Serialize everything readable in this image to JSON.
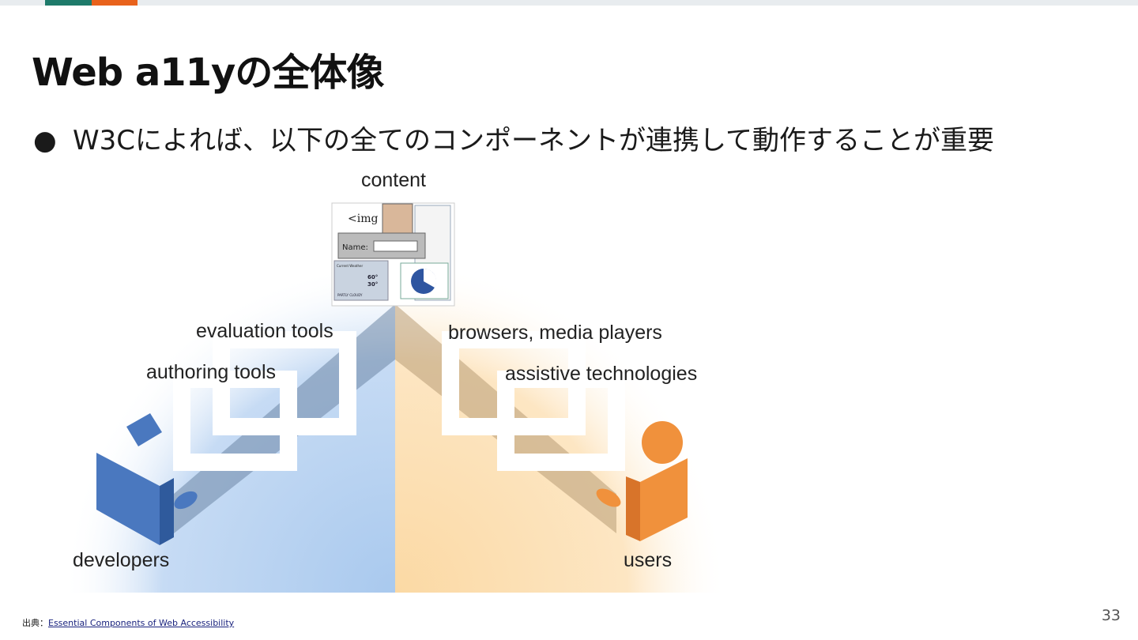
{
  "slide": {
    "title": "Web a11yの全体像",
    "bullet_marker": "●",
    "bullet_text": "W3Cによれば、以下の全てのコンポーネントが連携して動作することが重要",
    "page_number": "33",
    "source_prefix": "出典：",
    "source_link_text": "Essential Components of Web Accessibility"
  },
  "colors": {
    "accent_green": "#1e7a6a",
    "accent_orange": "#e8621c",
    "developer_blue": "#4a78bf",
    "user_orange": "#f0913c"
  },
  "diagram": {
    "labels": {
      "content": "content",
      "evaluation_tools": "evaluation tools",
      "authoring_tools": "authoring tools",
      "browsers": "browsers, media players",
      "assistive": "assistive technologies",
      "developers": "developers",
      "users": "users"
    },
    "content_card": {
      "img_tag": "<img",
      "name_field_label": "Name:",
      "weather_title": "Current Weather",
      "weather_hi": "60°",
      "weather_lo": "30°",
      "weather_desc": "PARTLY CLOUDY"
    }
  }
}
